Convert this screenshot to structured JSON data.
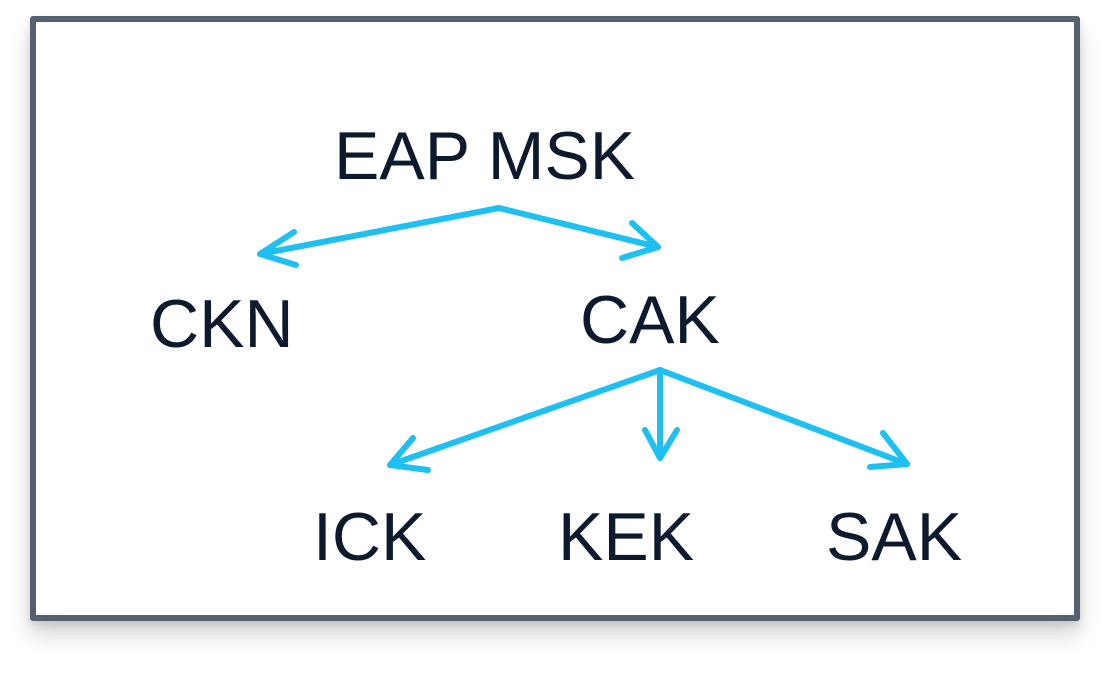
{
  "diagram": {
    "root": "EAP MSK",
    "level1": {
      "left": "CKN",
      "right": "CAK"
    },
    "level2": {
      "left": "ICK",
      "middle": "KEK",
      "right": "SAK"
    }
  },
  "colors": {
    "arrow": "#1ec0f2",
    "text": "#0d1a2e",
    "border": "#57606e"
  }
}
